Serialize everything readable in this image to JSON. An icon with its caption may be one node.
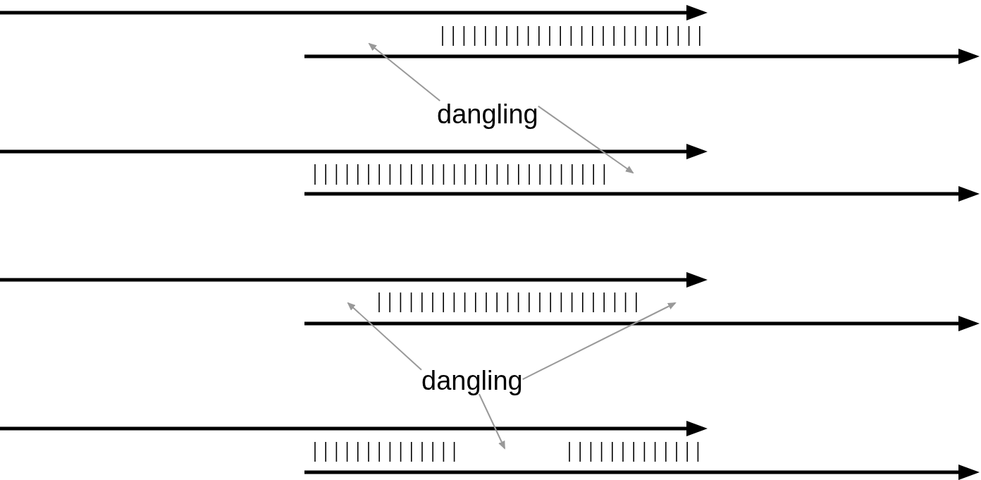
{
  "diagram": {
    "nodes": [
      {
        "text": [
          "dangling"
        ]
      },
      {
        "text": [
          "dangling"
        ]
      }
    ],
    "edges": [
      {
        "from": 0,
        "to": null,
        "arrow": "to"
      },
      {
        "from": 0,
        "to": null,
        "arrow": "to"
      },
      {
        "from": 1,
        "to": null,
        "arrow": "to"
      },
      {
        "from": 1,
        "to": null,
        "arrow": "to"
      },
      {
        "from": 1,
        "to": null,
        "arrow": "to"
      }
    ]
  }
}
